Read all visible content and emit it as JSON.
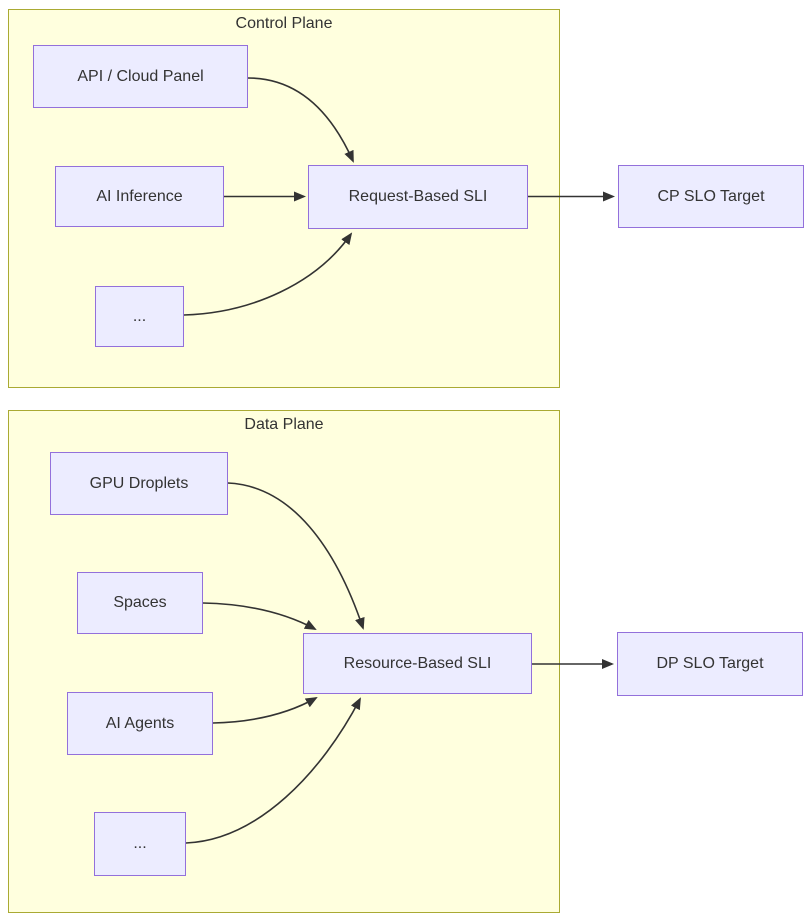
{
  "subgraphs": [
    {
      "title": "Control Plane"
    },
    {
      "title": "Data Plane"
    }
  ],
  "nodes": {
    "api_cloud_panel": {
      "label": "API / Cloud Panel"
    },
    "ai_inference": {
      "label": "AI Inference"
    },
    "control_ellipsis": {
      "label": "..."
    },
    "request_based_sli": {
      "label": "Request-Based SLI"
    },
    "cp_slo_target": {
      "label": "CP SLO Target"
    },
    "gpu_droplets": {
      "label": "GPU Droplets"
    },
    "spaces": {
      "label": "Spaces"
    },
    "ai_agents": {
      "label": "AI Agents"
    },
    "data_ellipsis": {
      "label": "..."
    },
    "resource_based_sli": {
      "label": "Resource-Based SLI"
    },
    "dp_slo_target": {
      "label": "DP SLO Target"
    }
  },
  "edges": [
    {
      "from": "api_cloud_panel",
      "to": "request_based_sli"
    },
    {
      "from": "ai_inference",
      "to": "request_based_sli"
    },
    {
      "from": "control_ellipsis",
      "to": "request_based_sli"
    },
    {
      "from": "request_based_sli",
      "to": "cp_slo_target"
    },
    {
      "from": "gpu_droplets",
      "to": "resource_based_sli"
    },
    {
      "from": "spaces",
      "to": "resource_based_sli"
    },
    {
      "from": "ai_agents",
      "to": "resource_based_sli"
    },
    {
      "from": "data_ellipsis",
      "to": "resource_based_sli"
    },
    {
      "from": "resource_based_sli",
      "to": "dp_slo_target"
    }
  ],
  "colors": {
    "node_fill": "#ECECFF",
    "node_border": "#9370DB",
    "cluster_fill": "#FFFFDE",
    "cluster_border": "#AAAA33",
    "edge_stroke": "#333333",
    "text_color": "#333333",
    "canvas_bg": "#FFFFFF"
  }
}
